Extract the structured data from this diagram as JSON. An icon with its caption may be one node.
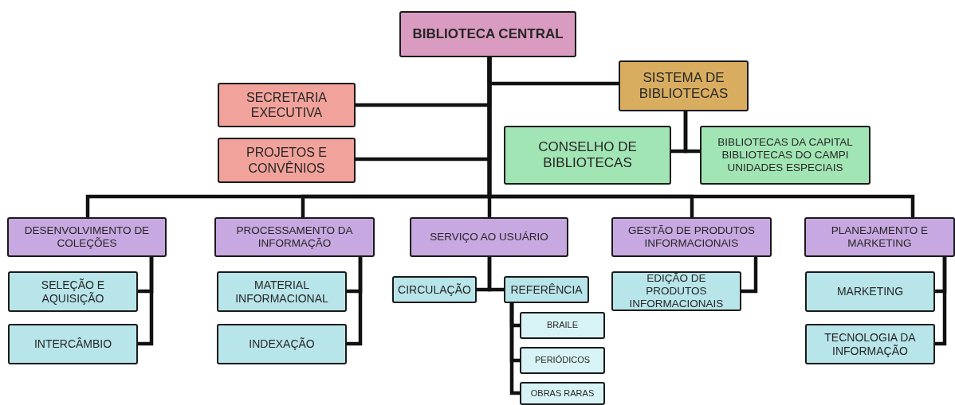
{
  "diagram": {
    "nodes": [
      {
        "text": [
          "BIBLIOTECA CENTRAL"
        ]
      },
      {
        "text": [
          "SISTEMA DE BIBLIOTECAS"
        ]
      },
      {
        "text": [
          "SECRETARIA EXECUTIVA"
        ]
      },
      {
        "text": [
          "PROJETOS E CONVÊNIOS"
        ]
      },
      {
        "text": [
          "CONSELHO DE BIBLIOTECAS"
        ]
      },
      {
        "text": [
          "BIBLIOTECAS DA CAPITAL",
          "BIBLIOTECAS DO CAMPI",
          "UNIDADES ESPECIAIS"
        ]
      },
      {
        "text": [
          "DESENVOLVIMENTO DE COLEÇÕES"
        ]
      },
      {
        "text": [
          "PROCESSAMENTO DA INFORMAÇÃO"
        ]
      },
      {
        "text": [
          "SERVIÇO AO USUÁRIO"
        ]
      },
      {
        "text": [
          "GESTÃO DE PRODUTOS INFORMACIONAIS"
        ]
      },
      {
        "text": [
          "PLANEJAMENTO E MARKETING"
        ]
      },
      {
        "text": [
          "SELEÇÃO E AQUISIÇÃO"
        ]
      },
      {
        "text": [
          "INTERCÂMBIO"
        ]
      },
      {
        "text": [
          "MATERIAL INFORMACIONAL"
        ]
      },
      {
        "text": [
          "INDEXAÇÃO"
        ]
      },
      {
        "text": [
          "CIRCULAÇÃO"
        ]
      },
      {
        "text": [
          "REFERÊNCIA"
        ]
      },
      {
        "text": [
          "BRAILE"
        ]
      },
      {
        "text": [
          "PERIÓDICOS"
        ]
      },
      {
        "text": [
          "OBRAS RARAS"
        ]
      },
      {
        "text": [
          "EDIÇÃO DE PRODUTOS INFORMACIONAIS"
        ]
      },
      {
        "text": [
          "MARKETING"
        ]
      },
      {
        "text": [
          "TECNOLOGIA DA INFORMAÇÃO"
        ]
      }
    ],
    "edges": [
      {
        "from": 0,
        "to": 1,
        "arrow": "none"
      },
      {
        "from": 0,
        "to": 2,
        "arrow": "none"
      },
      {
        "from": 0,
        "to": 3,
        "arrow": "none"
      },
      {
        "from": 1,
        "to": 4,
        "arrow": "none"
      },
      {
        "from": 1,
        "to": 5,
        "arrow": "none"
      },
      {
        "from": 0,
        "to": 6,
        "arrow": "none"
      },
      {
        "from": 0,
        "to": 7,
        "arrow": "none"
      },
      {
        "from": 0,
        "to": 8,
        "arrow": "none"
      },
      {
        "from": 0,
        "to": 9,
        "arrow": "none"
      },
      {
        "from": 0,
        "to": 10,
        "arrow": "none"
      },
      {
        "from": 6,
        "to": 11,
        "arrow": "none"
      },
      {
        "from": 6,
        "to": 12,
        "arrow": "none"
      },
      {
        "from": 7,
        "to": 13,
        "arrow": "none"
      },
      {
        "from": 7,
        "to": 14,
        "arrow": "none"
      },
      {
        "from": 8,
        "to": 15,
        "arrow": "none"
      },
      {
        "from": 8,
        "to": 16,
        "arrow": "none"
      },
      {
        "from": 16,
        "to": 17,
        "arrow": "none"
      },
      {
        "from": 16,
        "to": 18,
        "arrow": "none"
      },
      {
        "from": 16,
        "to": 19,
        "arrow": "none"
      },
      {
        "from": 9,
        "to": 20,
        "arrow": "none"
      },
      {
        "from": 10,
        "to": 21,
        "arrow": "none"
      },
      {
        "from": 10,
        "to": 22,
        "arrow": "none"
      }
    ]
  }
}
